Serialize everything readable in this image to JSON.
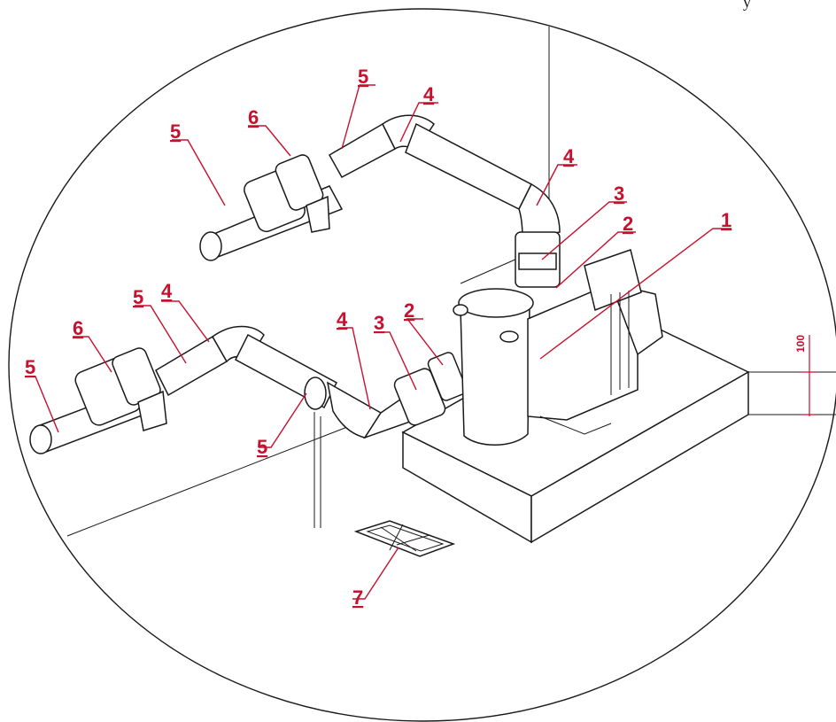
{
  "callouts": {
    "c1": "1",
    "c2a": "2",
    "c2b": "2",
    "c3a": "3",
    "c3b": "3",
    "c4a": "4",
    "c4b": "4",
    "c4c": "4",
    "c4d": "4",
    "c5a": "5",
    "c5b": "5",
    "c5c": "5",
    "c5d": "5",
    "c5e": "5",
    "c6a": "6",
    "c6b": "6",
    "c7": "7"
  },
  "dimension_label": "100",
  "corner_mark": "y",
  "colors": {
    "callout": "#c8102e",
    "line": "#1a1a1a",
    "background": "#ffffff"
  }
}
